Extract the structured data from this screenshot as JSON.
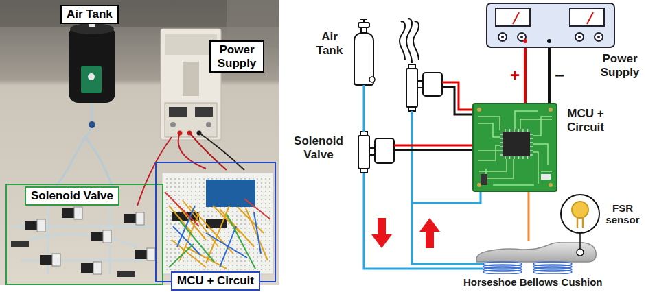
{
  "diagram": {
    "nodes": [
      {
        "text": [
          "Air Tank"
        ]
      },
      {
        "text": [
          "Power Supply"
        ]
      },
      {
        "text": [
          "Solenoid Valve"
        ]
      },
      {
        "text": [
          "MCU + Circuit"
        ]
      },
      {
        "text": [
          "Air Tank"
        ]
      },
      {
        "text": [
          "Power Supply"
        ]
      },
      {
        "text": [
          "MCU + Circuit"
        ]
      },
      {
        "text": [
          "Solenoid Valve"
        ]
      },
      {
        "text": [
          "FSR sensor"
        ]
      },
      {
        "text": [
          "Horseshoe Bellows Cushion"
        ]
      }
    ],
    "edges": [
      {
        "from": 5,
        "to": 6,
        "arrow": "none",
        "label": "+"
      },
      {
        "from": 5,
        "to": 6,
        "arrow": "none",
        "label": "−"
      },
      {
        "from": 4,
        "to": 7,
        "arrow": "none"
      },
      {
        "from": 7,
        "to": 6,
        "arrow": "none"
      },
      {
        "from": 7,
        "to": 9,
        "arrow": "none"
      },
      {
        "from": 6,
        "to": 9,
        "arrow": "none"
      },
      {
        "from": 9,
        "to": 8,
        "arrow": "none"
      }
    ]
  }
}
